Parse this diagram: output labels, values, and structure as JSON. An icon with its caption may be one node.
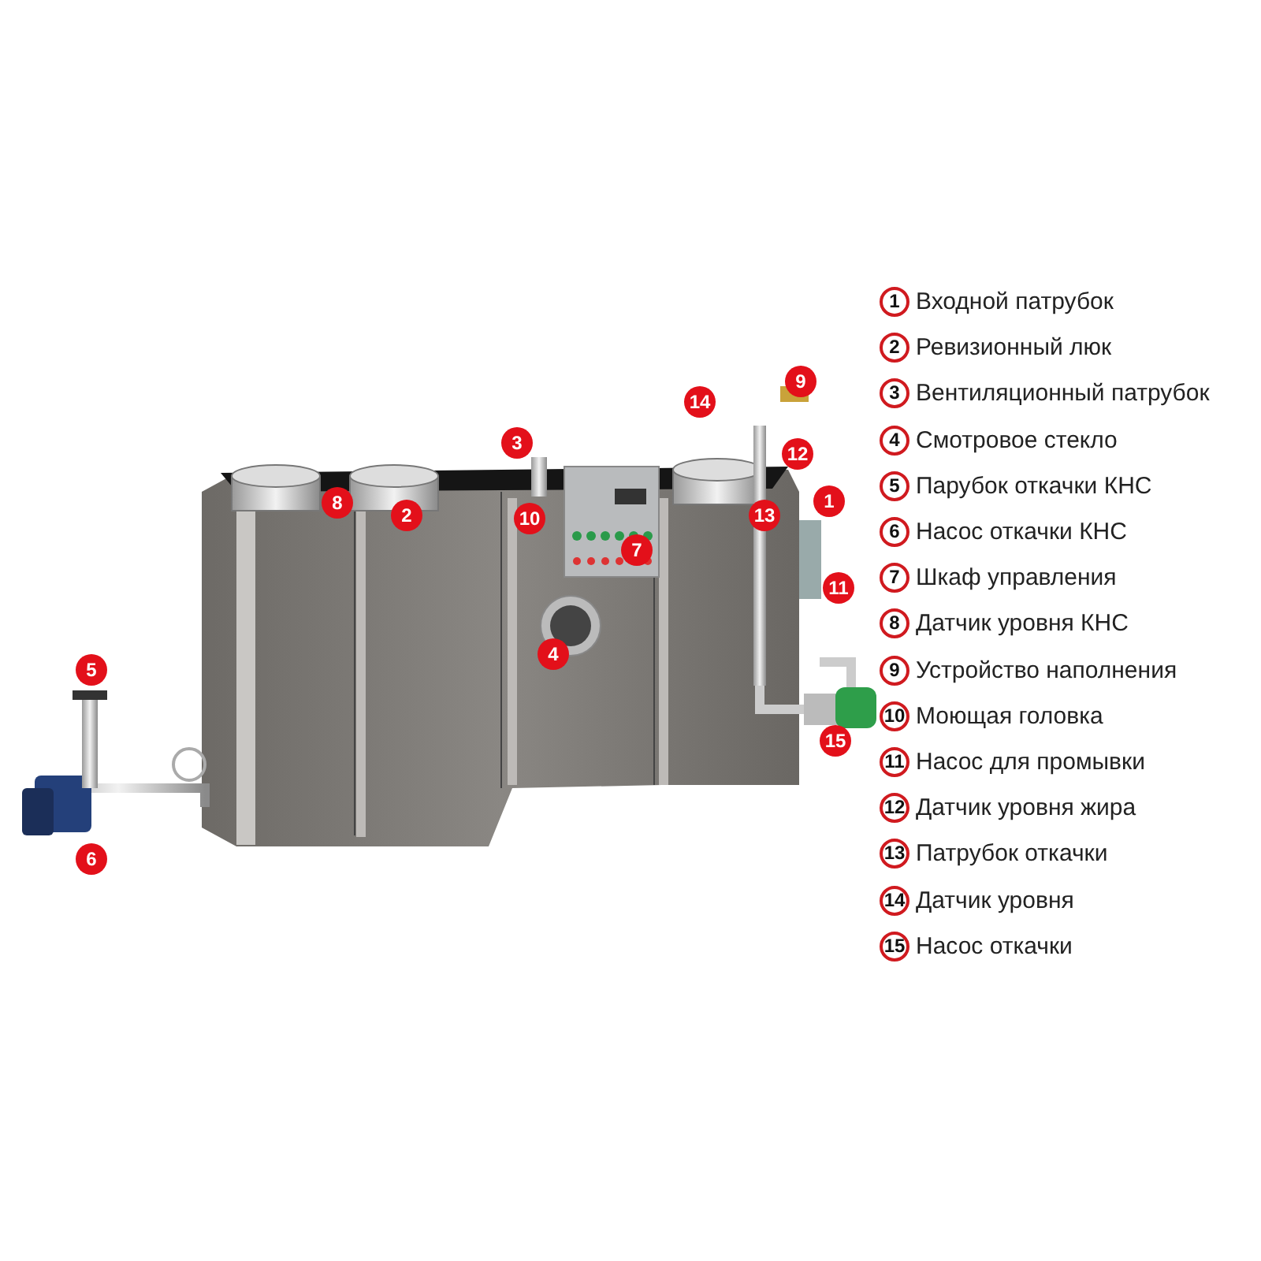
{
  "diagram": {
    "labels": [
      "9",
      "14",
      "3",
      "12",
      "1",
      "8",
      "2",
      "13",
      "10",
      "7",
      "11",
      "4",
      "5",
      "15",
      "6",
      "1",
      "Входной патрубок",
      "2",
      "Ревизионный люк",
      "3",
      "Вентиляционный патрубок",
      "4",
      "Смотровое стекло",
      "5",
      "Парубок откачки КНС",
      "6",
      "Насос откачки КНС",
      "7",
      "Шкаф управления",
      "8",
      "Датчик уровня КНС",
      "9",
      "Устройство наполнения",
      "10",
      "Моющая головка",
      "11",
      "Насос для промывки",
      "12",
      "Датчик уровня жира",
      "13",
      "Патрубок откачки",
      "14",
      "Датчик уровня",
      "15",
      "Насос откачки"
    ]
  }
}
